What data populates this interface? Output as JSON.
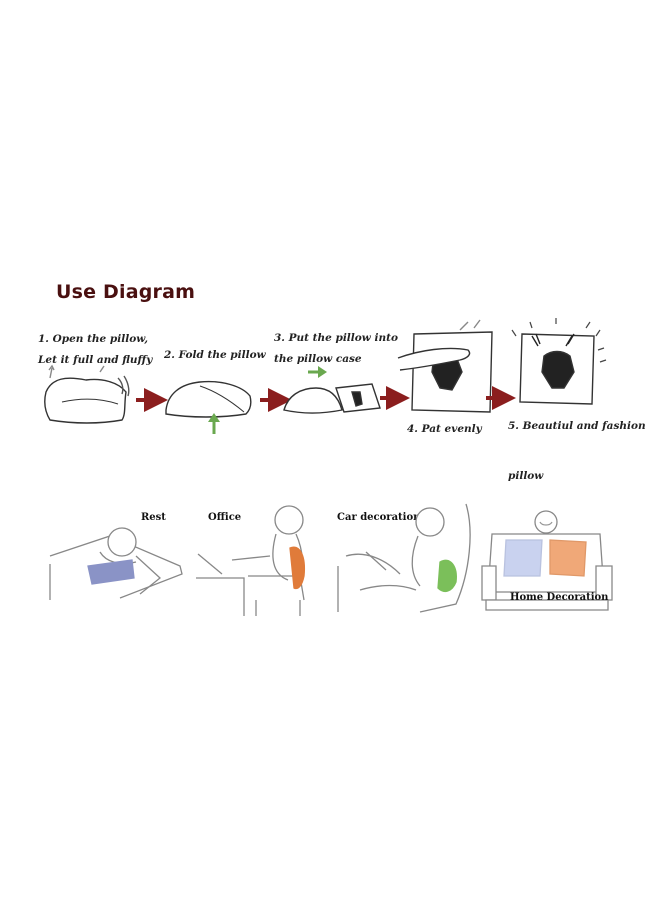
{
  "title": "Use Diagram",
  "steps": [
    {
      "line1": "1. Open the pillow,",
      "line2": "Let it full and fluffy"
    },
    {
      "line1": "2. Fold the pillow"
    },
    {
      "line1": "3. Put the pillow into",
      "line2": "the pillow case"
    },
    {
      "line1": "4. Pat evenly"
    },
    {
      "line1": "5. Beautiul and  fashion",
      "line2": "pillow"
    }
  ],
  "uses": [
    {
      "label": "Rest"
    },
    {
      "label": "Office"
    },
    {
      "label": "Car decoration"
    },
    {
      "label": "Home Decoration"
    }
  ],
  "colors": {
    "title": "#4a1010",
    "arrow": "#8b1e1e",
    "green_arrow": "#6aa84f",
    "rest_pillow": "#8a93c6",
    "office_pillow": "#e07b3a",
    "car_pillow": "#7bbf5a",
    "home_pillow_blue": "#c9d2ef",
    "home_pillow_orange": "#f0a878"
  }
}
